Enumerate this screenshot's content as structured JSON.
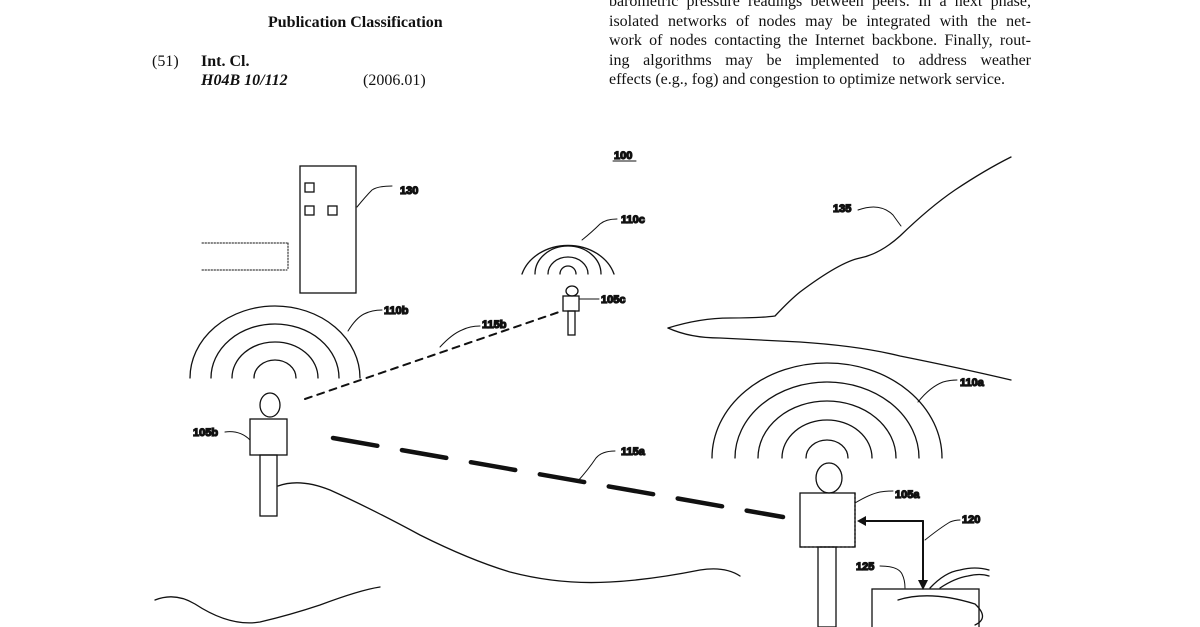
{
  "header": {
    "classification_heading": "Publication Classification",
    "int_cl_number": "(51)",
    "int_cl_label": "Int. Cl.",
    "int_cl_code": "H04B 10/112",
    "int_cl_version": "(2006.01)"
  },
  "abstract": {
    "lines": [
      "barometric pressure readings between peers. In a next phase,",
      "isolated networks of nodes may be integrated with the net-",
      "work of nodes contacting the Internet backbone. Finally, rout-",
      "ing algorithms may be implemented to address weather",
      "effects (e.g., fog) and congestion to optimize network service."
    ]
  },
  "figure": {
    "ref_100": "100",
    "ref_130": "130",
    "ref_135": "135",
    "ref_110c": "110c",
    "ref_105c": "105c",
    "ref_110b": "110b",
    "ref_115b": "115b",
    "ref_110a": "110a",
    "ref_105b": "105b",
    "ref_115a": "115a",
    "ref_105a": "105a",
    "ref_120": "120",
    "ref_125": "125"
  }
}
